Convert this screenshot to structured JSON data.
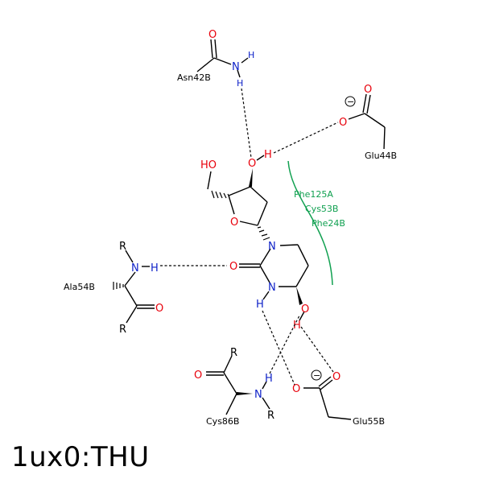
{
  "caption": "1ux0:THU",
  "colors": {
    "oxygen": "#e8000b",
    "nitrogen": "#0f22c8",
    "carbon": "#000000",
    "hydrophobic": "#10a050"
  },
  "atoms": {
    "ho_label": "HO",
    "ring_o": "O",
    "hydroxyl_o": "O",
    "hydroxyl_h": "H",
    "n1": "N",
    "n3": "N",
    "n3_h": "H",
    "carbonyl_o": "O",
    "c4_o": "O",
    "c4_h": "H"
  },
  "residues": {
    "asn42b": {
      "label": "Asn42B",
      "o": "O",
      "n": "N",
      "h1": "H",
      "h2": "H"
    },
    "glu44b": {
      "label": "Glu44B",
      "o1": "O",
      "o2": "O",
      "charge": "−"
    },
    "ala54b": {
      "label": "Ala54B",
      "r1": "R",
      "r2": "R",
      "n": "N",
      "h": "H",
      "o": "O"
    },
    "cys86b": {
      "label": "Cys86B",
      "r1": "R",
      "r2": "R",
      "o": "O",
      "n": "N",
      "h": "H"
    },
    "glu55b": {
      "label": "Glu55B",
      "o1": "O",
      "o2": "O",
      "charge": "−"
    }
  },
  "hydrophobic": {
    "lines": [
      "Phe125A",
      "Cys53B",
      "Phe24B"
    ]
  }
}
